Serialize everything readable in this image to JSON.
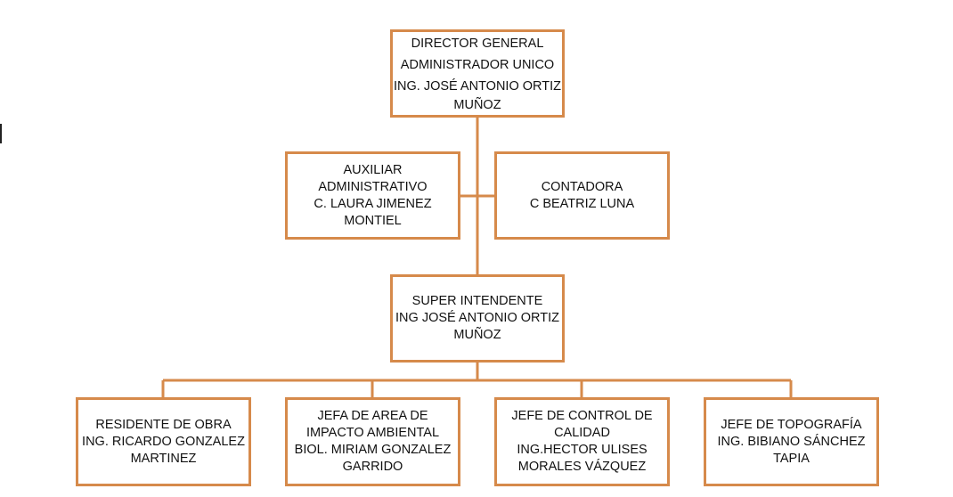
{
  "org_chart": {
    "director": {
      "lines": [
        "DIRECTOR GENERAL",
        "ADMINISTRADOR UNICO",
        "ING. JOSÉ ANTONIO ORTIZ",
        "MUÑOZ"
      ]
    },
    "assistant": {
      "lines": [
        "AUXILIAR",
        "ADMINISTRATIVO",
        "C. LAURA JIMENEZ",
        "MONTIEL"
      ]
    },
    "accountant": {
      "lines": [
        "CONTADORA",
        "C BEATRIZ LUNA"
      ]
    },
    "superintendent": {
      "lines": [
        "SUPER INTENDENTE",
        "ING JOSÉ ANTONIO ORTIZ",
        "MUÑOZ"
      ]
    },
    "departments": [
      {
        "lines": [
          "RESIDENTE DE OBRA",
          "ING. RICARDO GONZALEZ",
          "MARTINEZ"
        ]
      },
      {
        "lines": [
          "JEFA DE AREA DE",
          "IMPACTO AMBIENTAL",
          "BIOL. MIRIAM GONZALEZ",
          "GARRIDO"
        ]
      },
      {
        "lines": [
          "JEFE DE CONTROL DE",
          "CALIDAD",
          "ING.HECTOR ULISES",
          "MORALES VÁZQUEZ"
        ]
      },
      {
        "lines": [
          "JEFE DE TOPOGRAFÍA",
          "ING. BIBIANO SÁNCHEZ",
          "TAPIA"
        ]
      }
    ],
    "colors": {
      "border": "#d68a4b",
      "connector": "#d68a4b",
      "text": "#111111"
    }
  }
}
